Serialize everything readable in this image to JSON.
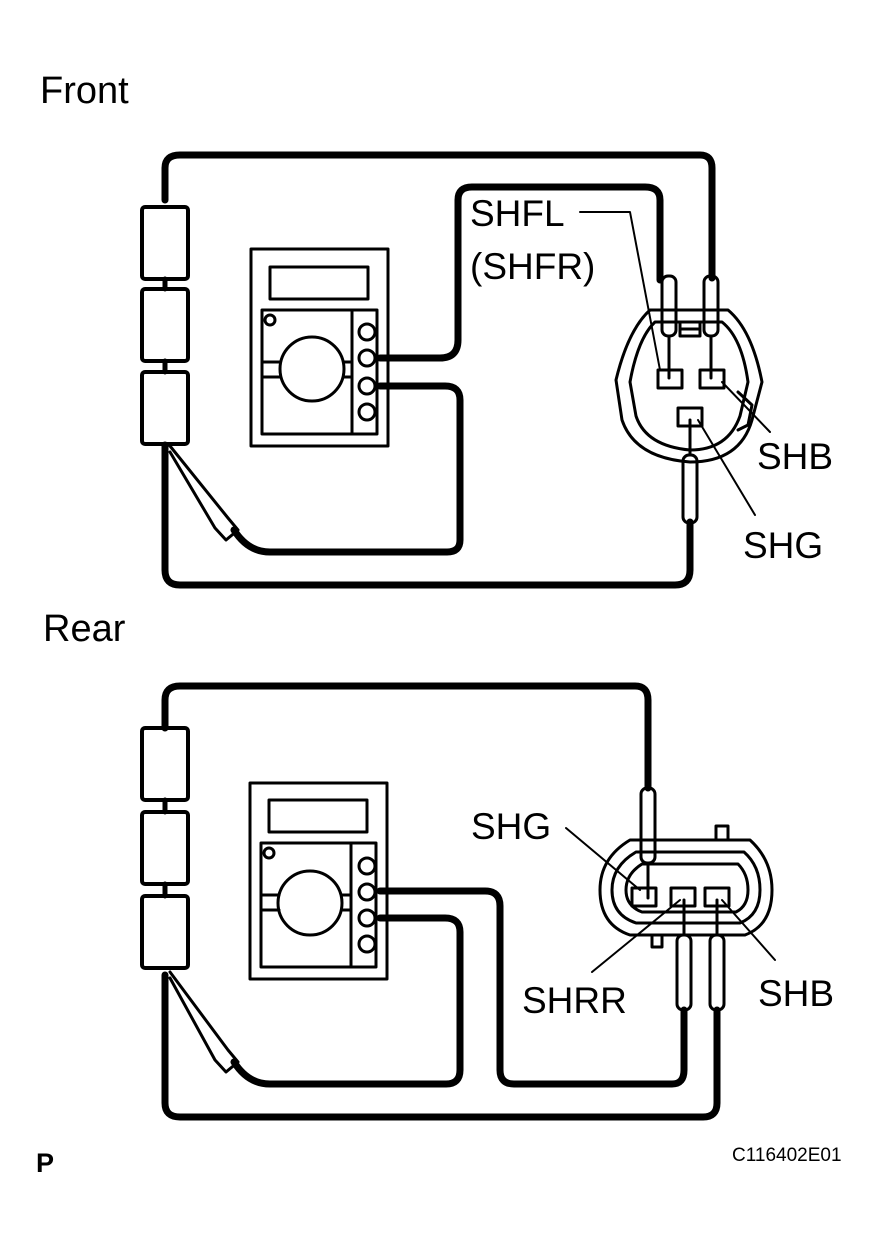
{
  "front": {
    "title": "Front",
    "labels": {
      "shfl": "SHFL",
      "shfr": "(SHFR)",
      "shb": "SHB",
      "shg": "SHG"
    }
  },
  "rear": {
    "title": "Rear",
    "labels": {
      "shg": "SHG",
      "shrr": "SHRR",
      "shb": "SHB"
    }
  },
  "corner_mark": "P",
  "figure_code": "C116402E01"
}
